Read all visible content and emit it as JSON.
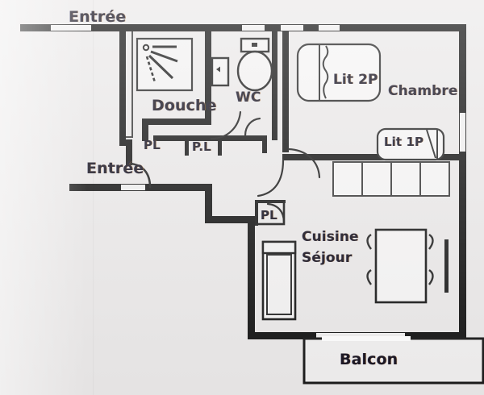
{
  "document": {
    "type": "architectural-floor-plan",
    "description": "Scanned apartment floor plan",
    "background_color": "#eceaea",
    "ink_color": "#171320",
    "wall_color": "#1a1a1a",
    "furniture_line_color": "#3a3a3a"
  },
  "labels": {
    "entree_top": "Entrée",
    "entree_left": "Entrée",
    "douche": "Douche",
    "wc": "WC",
    "pl_1": "PL",
    "pl_2": "P.L",
    "pl_3": "PL",
    "lit_2p": "Lit 2P",
    "lit_1p": "Lit 1P",
    "chambre": "Chambre",
    "cuisine": "Cuisine",
    "sejour": "Séjour",
    "balcon": "Balcon"
  },
  "rooms": [
    {
      "name": "Douche",
      "label": "Douche"
    },
    {
      "name": "WC",
      "label": "WC"
    },
    {
      "name": "Chambre",
      "label": "Chambre"
    },
    {
      "name": "Cuisine-Sejour",
      "label": "Cuisine Séjour"
    },
    {
      "name": "Balcon",
      "label": "Balcon"
    }
  ],
  "fixtures": [
    {
      "name": "shower-tray",
      "label": "Douche"
    },
    {
      "name": "toilet",
      "label": "WC"
    },
    {
      "name": "sink",
      "label": ""
    },
    {
      "name": "double-bed",
      "label": "Lit 2P"
    },
    {
      "name": "single-bed",
      "label": "Lit 1P"
    },
    {
      "name": "dining-table",
      "label": ""
    },
    {
      "name": "kitchen-counter",
      "label": ""
    },
    {
      "name": "staircase",
      "label": ""
    },
    {
      "name": "closet-pl-1",
      "label": "PL"
    },
    {
      "name": "closet-pl-2",
      "label": "P.L"
    },
    {
      "name": "closet-pl-3",
      "label": "PL"
    }
  ],
  "entrances": [
    {
      "name": "entree-top",
      "label": "Entrée"
    },
    {
      "name": "entree-left",
      "label": "Entrée"
    }
  ]
}
